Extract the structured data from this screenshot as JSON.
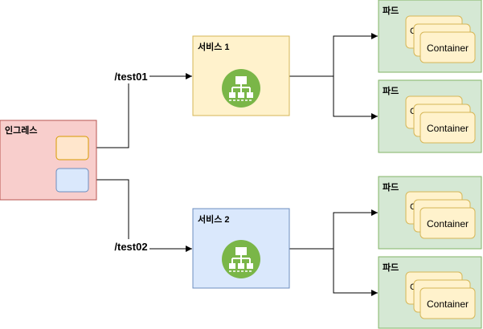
{
  "ingress": {
    "label": "인그레스",
    "fill": "#f8cecc",
    "stroke": "#b85450",
    "rule1_fill": "#ffe6cc",
    "rule1_stroke": "#d79b00",
    "rule2_fill": "#dae8fc",
    "rule2_stroke": "#6c8ebf"
  },
  "routes": [
    {
      "path": "/test01"
    },
    {
      "path": "/test02"
    }
  ],
  "services": [
    {
      "label": "서비스 1",
      "fill": "#fff2cc",
      "stroke": "#d6b656",
      "icon": "load-balancer-icon"
    },
    {
      "label": "서비스 2",
      "fill": "#dae8fc",
      "stroke": "#6c8ebf",
      "icon": "load-balancer-icon"
    }
  ],
  "pods": [
    {
      "label": "파드",
      "container_label": "Container",
      "container_back_text": "C"
    },
    {
      "label": "파드",
      "container_label": "Container",
      "container_back_text": "C"
    },
    {
      "label": "파드",
      "container_label": "Container",
      "container_back_text": "C"
    },
    {
      "label": "파드",
      "container_label": "Container",
      "container_back_text": "C"
    }
  ],
  "colors": {
    "pod_fill": "#d5e8d4",
    "pod_stroke": "#82b366",
    "container_fill": "#fff2cc",
    "container_stroke": "#d6b656",
    "icon_green": "#7ab648",
    "edge": "#000000"
  }
}
